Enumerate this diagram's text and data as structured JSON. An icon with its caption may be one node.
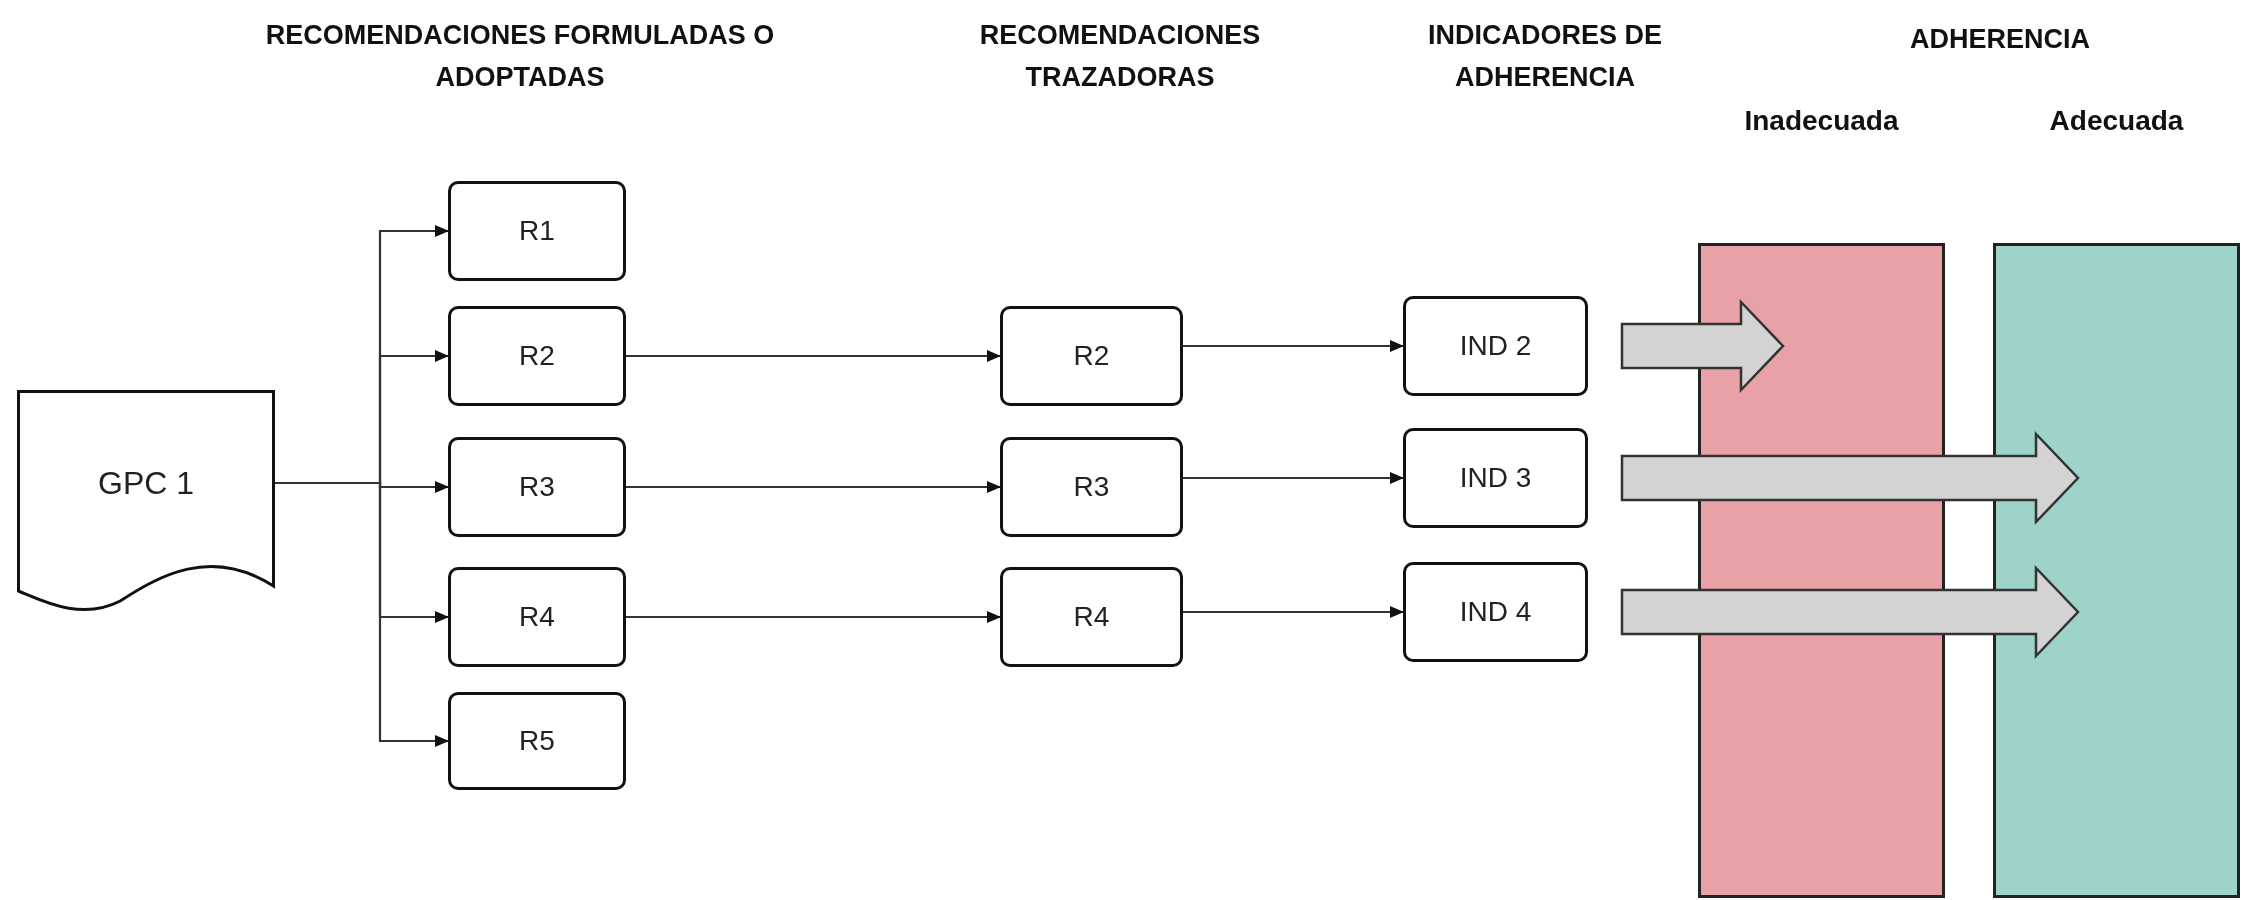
{
  "diagram": {
    "nodes": [
      {
        "text": [
          "GPC 1"
        ]
      },
      {
        "text": [
          "R1"
        ]
      },
      {
        "text": [
          "R2"
        ]
      },
      {
        "text": [
          "R3"
        ]
      },
      {
        "text": [
          "R4"
        ]
      },
      {
        "text": [
          "R5"
        ]
      },
      {
        "text": [
          "R2"
        ]
      },
      {
        "text": [
          "R3"
        ]
      },
      {
        "text": [
          "R4"
        ]
      },
      {
        "text": [
          "IND 2"
        ]
      },
      {
        "text": [
          "IND 3"
        ]
      },
      {
        "text": [
          "IND 4"
        ]
      },
      {
        "text": [
          "Inadecuada"
        ]
      },
      {
        "text": [
          "Adecuada"
        ]
      }
    ],
    "edges": [
      {
        "from": 0,
        "to": 1,
        "arrow": "to"
      },
      {
        "from": 0,
        "to": 2,
        "arrow": "to"
      },
      {
        "from": 0,
        "to": 3,
        "arrow": "to"
      },
      {
        "from": 0,
        "to": 4,
        "arrow": "to"
      },
      {
        "from": 0,
        "to": 5,
        "arrow": "to"
      },
      {
        "from": 2,
        "to": 6,
        "arrow": "to"
      },
      {
        "from": 3,
        "to": 7,
        "arrow": "to"
      },
      {
        "from": 4,
        "to": 8,
        "arrow": "to"
      },
      {
        "from": 6,
        "to": 9,
        "arrow": "to"
      },
      {
        "from": 7,
        "to": 10,
        "arrow": "to"
      },
      {
        "from": 8,
        "to": 11,
        "arrow": "to"
      },
      {
        "from": 9,
        "to": 12,
        "arrow": "to",
        "style": "thick"
      },
      {
        "from": 10,
        "to": 13,
        "arrow": "to",
        "style": "thick"
      },
      {
        "from": 11,
        "to": 13,
        "arrow": "to",
        "style": "thick"
      }
    ],
    "labels": [
      "RECOMENDACIONES FORMULADAS O ADOPTADAS",
      "RECOMENDACIONES TRAZADORAS",
      "INDICADORES DE ADHERENCIA",
      "ADHERENCIA"
    ]
  }
}
